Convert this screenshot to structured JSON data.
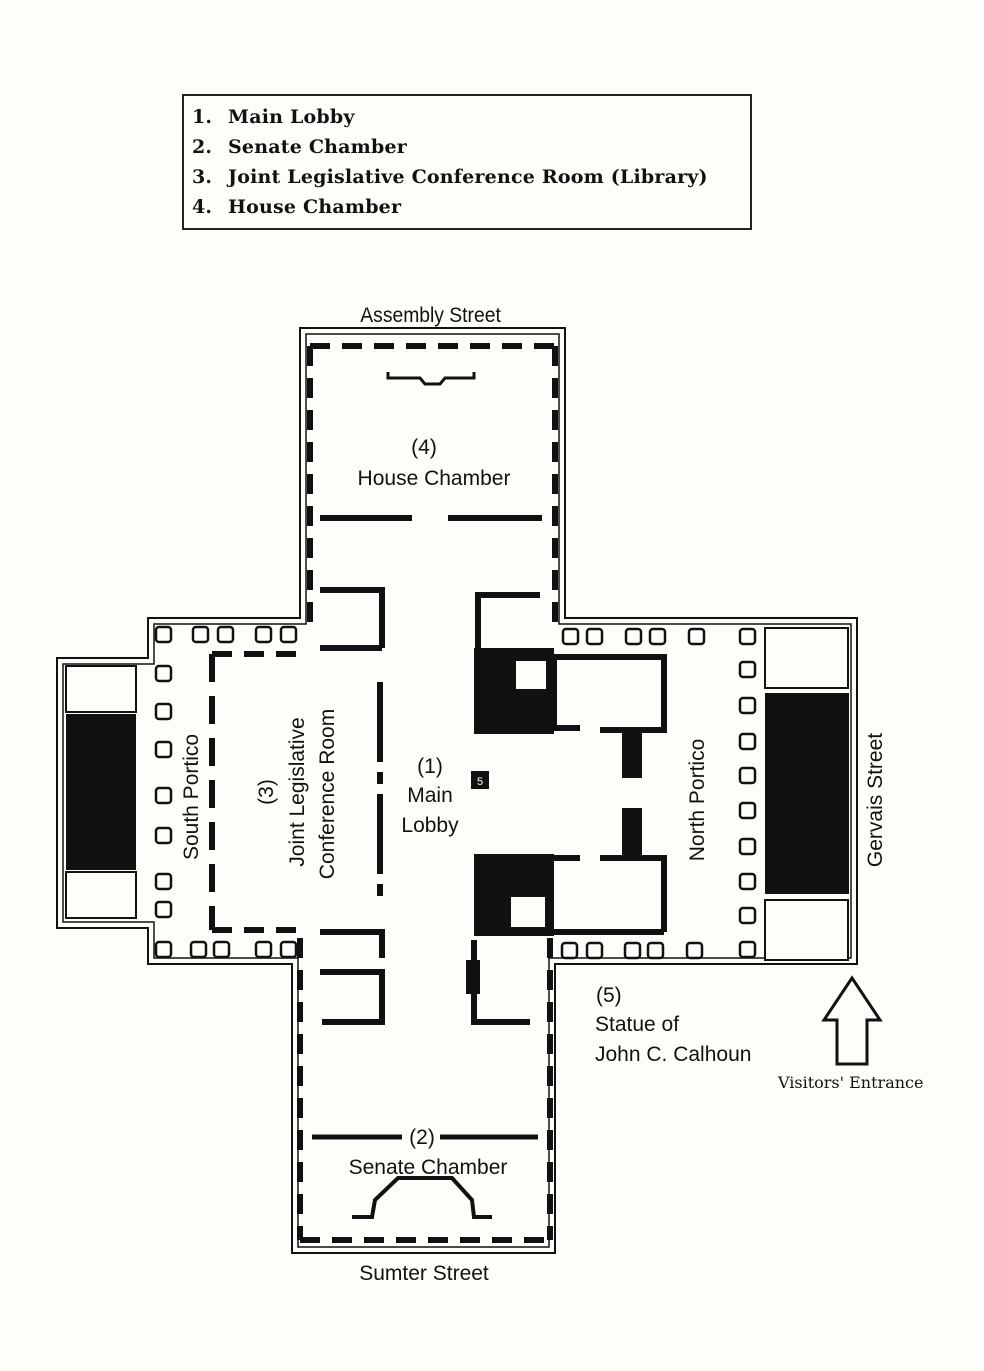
{
  "legend": {
    "items": [
      {
        "num": "1.",
        "label": "Main Lobby"
      },
      {
        "num": "2.",
        "label": "Senate Chamber"
      },
      {
        "num": "3.",
        "label": "Joint Legislative Conference Room (Library)"
      },
      {
        "num": "4.",
        "label": "House Chamber"
      }
    ]
  },
  "streets": {
    "north": "Assembly Street",
    "south": "Sumter Street",
    "east": "Gervais Street"
  },
  "rooms": {
    "house": {
      "number": "(4)",
      "name": "House Chamber"
    },
    "senate": {
      "number": "(2)",
      "name": "Senate Chamber"
    },
    "lobby": {
      "number": "(1)",
      "line1": "Main",
      "line2": "Lobby"
    },
    "conference": {
      "number": "(3)",
      "line1": "Joint Legislative",
      "line2": "Conference Room"
    },
    "south_portico": "South Portico",
    "north_portico": "North Portico",
    "statue": {
      "number": "(5)",
      "line1": "Statue of",
      "line2": "John C. Calhoun"
    },
    "lobby_marker": "5"
  },
  "entrance": {
    "label": "Visitors' Entrance"
  },
  "colors": {
    "ink": "#111111",
    "paper": "#fdfdfa"
  }
}
